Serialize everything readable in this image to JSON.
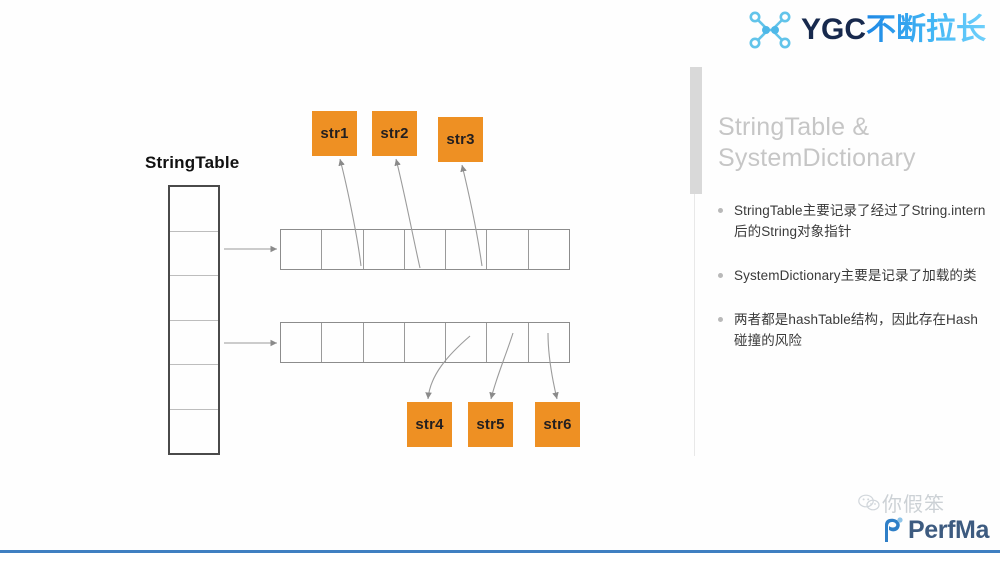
{
  "brand": {
    "icon": "molecule-icon",
    "text_en": "YGC",
    "text_cn": "不断拉长",
    "color_en": "#17294d",
    "color_cn": "#2196f3"
  },
  "panel": {
    "title": "StringTable &\nSystemDictionary",
    "title_color": "#c6c6c6",
    "bullets": [
      "StringTable主要记录了经过了String.intern后的String对象指针",
      "SystemDictionary主要是记录了加载的类",
      "两者都是hashTable结构，因此存在Hash碰撞的风险"
    ]
  },
  "diagram": {
    "table_label": "StringTable",
    "vertical_cells": [
      "",
      "",
      "",
      "",
      "",
      ""
    ],
    "row1_cells": [
      "",
      "",
      "",
      "",
      "",
      "",
      ""
    ],
    "row2_cells": [
      "",
      "",
      "",
      "",
      "",
      "",
      ""
    ],
    "string_boxes_top": [
      "str1",
      "str2",
      "str3"
    ],
    "string_boxes_bottom": [
      "str4",
      "str5",
      "str6"
    ],
    "box_color": "#ee9023",
    "line_color": "#8c8c8c"
  },
  "footer": {
    "watermark": "你假笨",
    "logo_text": "PerfMa",
    "rule_color": "#3f7fc1"
  }
}
